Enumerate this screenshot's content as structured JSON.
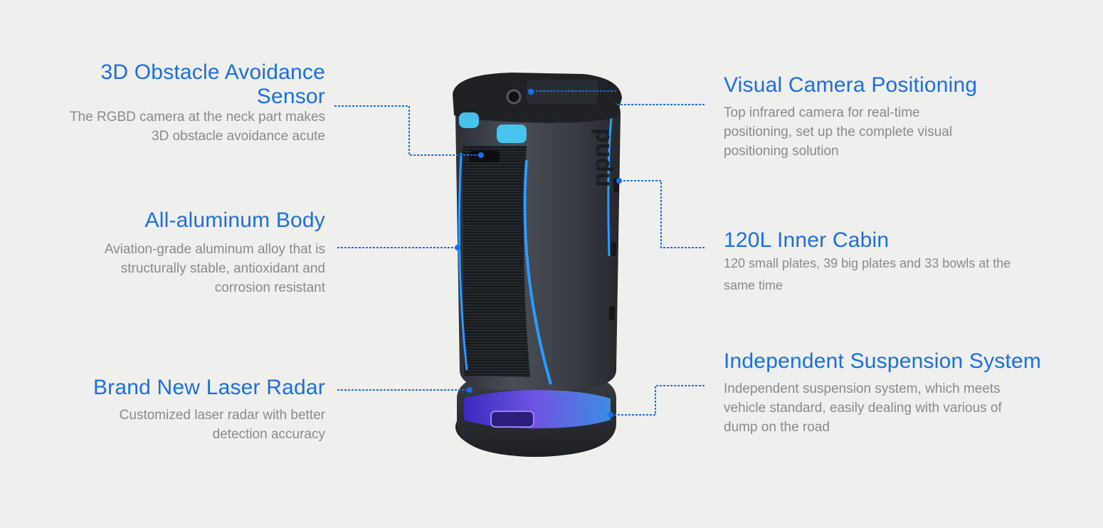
{
  "features": {
    "obstacle": {
      "title_line1": "3D Obstacle Avoidance",
      "title_line2": "Sensor",
      "desc_line1": "The RGBD camera at the neck part makes",
      "desc_line2": "3D obstacle avoidance acute"
    },
    "body": {
      "title": "All-aluminum Body",
      "desc_line1": "Aviation-grade aluminum alloy that is",
      "desc_line2": "structurally stable, antioxidant and",
      "desc_line3": "corrosion resistant"
    },
    "radar": {
      "title": "Brand New Laser Radar",
      "desc_line1": "Customized laser radar with better",
      "desc_line2": "detection accuracy"
    },
    "camera": {
      "title": "Visual Camera Positioning",
      "desc_line1": "Top infrared camera for real-time",
      "desc_line2": "positioning, set up the complete visual",
      "desc_line3": "positioning solution"
    },
    "cabin": {
      "title": "120L Inner Cabin",
      "desc_line1": "120 small plates, 39 big plates and 33 bowls at the",
      "desc_line2": "same time"
    },
    "suspension": {
      "title": "Independent Suspension System",
      "desc_line1": "Independent suspension system, which meets",
      "desc_line2": "vehicle standard, easily dealing with various of",
      "desc_line3": "dump on the road"
    }
  },
  "robot": {
    "brand_text": "pudu"
  },
  "colors": {
    "accent": "#1a6fe8",
    "text_gray": "#8a8a8a",
    "background": "#efefed",
    "robot_body": "#3a3d44",
    "glow": "#2a9cff"
  }
}
